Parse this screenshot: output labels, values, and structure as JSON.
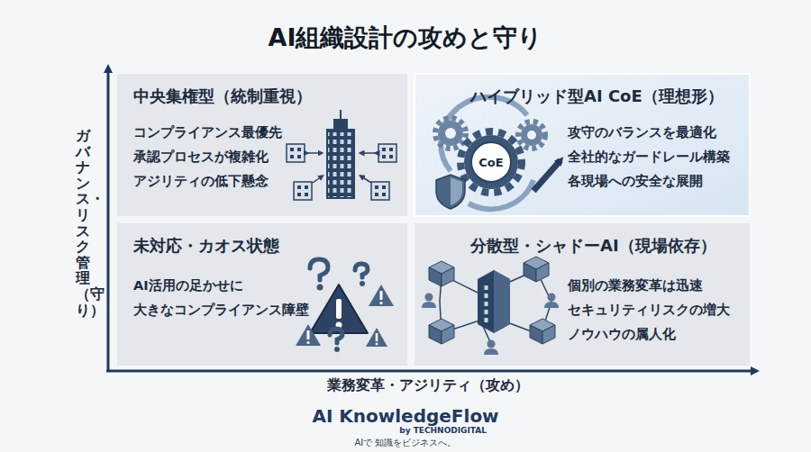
{
  "diagram": {
    "title": "AI組織設計の攻めと守り",
    "nodes": [
      {
        "text": [
          "中央集権型（統制重視）",
          "コンプライアンス最優先",
          "承認プロセスが複雑化",
          "アジリティの低下懸念"
        ]
      },
      {
        "text": [
          "ハイブリッド型AI CoE（理想形）",
          "攻守のバランスを最適化",
          "全社的なガードレール構築",
          "各現場への安全な展開"
        ]
      },
      {
        "text": [
          "未対応・カオス状態",
          "AI活用の足かせに 大きなコンプライアンス障壁"
        ]
      },
      {
        "text": [
          "分散型・シャドーAI（現場依存）",
          "個別の業務変革は迅速",
          "セキュリティリスクの増大",
          "ノウハウの属人化"
        ]
      }
    ],
    "labels": [
      "CoE",
      "ガバナンス・リスク管理（守り）",
      "業務変革・アジリティ（攻め）",
      "AI KnowledgeFlow",
      "by TECHNODIGITAL",
      "AIで 知識をビジネスへ。"
    ]
  }
}
